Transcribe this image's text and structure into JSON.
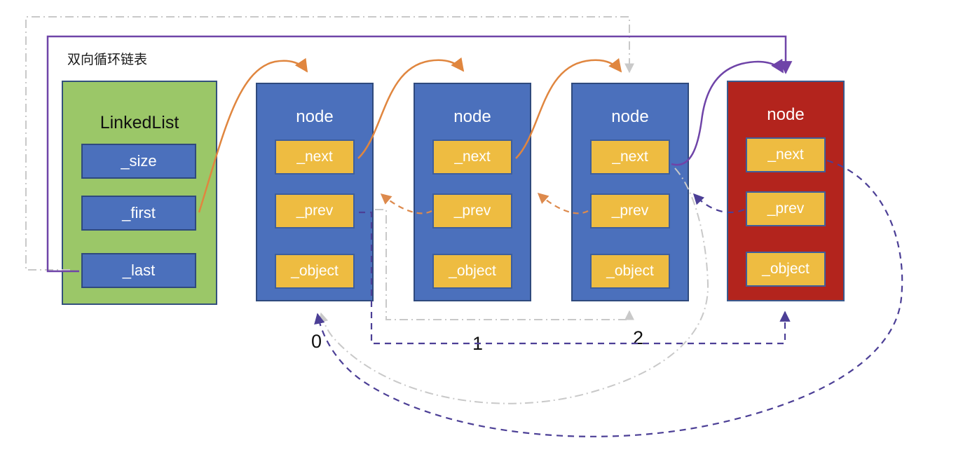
{
  "title": "双向循环链表",
  "linked_list": {
    "name": "LinkedList",
    "fields": [
      "_size",
      "_first",
      "_last"
    ]
  },
  "nodes": [
    {
      "name": "node",
      "color": "blue",
      "index_label": "0",
      "fields": [
        "_next",
        "_prev",
        "_object"
      ]
    },
    {
      "name": "node",
      "color": "blue",
      "index_label": "1",
      "fields": [
        "_next",
        "_prev",
        "_object"
      ]
    },
    {
      "name": "node",
      "color": "blue",
      "index_label": "2",
      "fields": [
        "_next",
        "_prev",
        "_object"
      ]
    },
    {
      "name": "node",
      "color": "red",
      "index_label": "",
      "fields": [
        "_next",
        "_prev",
        "_object"
      ]
    }
  ],
  "edges": [
    {
      "from": "LinkedList._first",
      "to": "node-0",
      "style": "solid-orange"
    },
    {
      "from": "node-0._next",
      "to": "node-1",
      "style": "solid-orange"
    },
    {
      "from": "node-1._next",
      "to": "node-2",
      "style": "solid-orange"
    },
    {
      "from": "node-1._prev",
      "to": "node-0",
      "style": "dashed-orange"
    },
    {
      "from": "node-2._prev",
      "to": "node-1",
      "style": "dashed-orange"
    },
    {
      "from": "LinkedList._last",
      "to": "node-3",
      "style": "solid-purple"
    },
    {
      "from": "node-2._next",
      "to": "node-3",
      "style": "solid-purple"
    },
    {
      "from": "node-3._prev",
      "to": "node-2",
      "style": "dashed-purple"
    },
    {
      "from": "node-0._prev",
      "to": "node-3",
      "style": "dashed-purple"
    },
    {
      "from": "node-3._next",
      "to": "node-0",
      "style": "dashed-purple"
    },
    {
      "from": "LinkedList._last",
      "to": "node-2",
      "style": "dashdot-gray-old"
    },
    {
      "from": "node-0._prev",
      "to": "node-2",
      "style": "dashdot-gray-old"
    },
    {
      "from": "node-2._next",
      "to": "node-0",
      "style": "dashdot-gray-old"
    }
  ],
  "colors": {
    "node_blue": "#4B70BC",
    "node_red": "#B3241D",
    "linkedlist_green": "#9BC768",
    "field_yellow": "#EEBC41",
    "box_border": "#2F4A7D",
    "arrow_orange": "#E0863F",
    "arrow_orange_dashed": "#DD8A4D",
    "arrow_purple_solid": "#6F44A8",
    "arrow_purple_dashed": "#4C3F96",
    "arrow_gray_old": "#C9C9C9"
  }
}
